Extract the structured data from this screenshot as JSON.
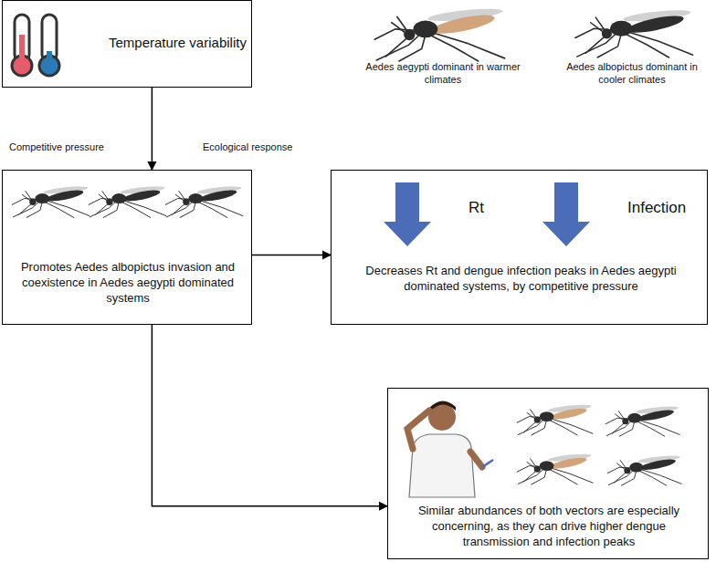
{
  "diagram": {
    "nodes": [
      {
        "text": [
          "Temperature variability"
        ]
      },
      {
        "text": [
          "Promotes Aedes albopictus invasion and coexistence in Aedes aegypti dominated systems"
        ]
      },
      {
        "text": [
          "Rt",
          "Infection",
          "Decreases Rt and dengue infection peaks in Aedes aegypti dominated systems, by competitive pressure"
        ]
      },
      {
        "text": [
          "Similar abundances of both vectors are especially concerning, as they can drive higher dengue transmission and infection peaks"
        ]
      }
    ],
    "edges": [
      {
        "from": 0,
        "to": 1,
        "arrow": "to"
      },
      {
        "from": 1,
        "to": 2,
        "arrow": "to"
      },
      {
        "from": 1,
        "to": 3,
        "arrow": "to"
      }
    ],
    "labels": [
      "Aedes aegypti dominant in warmer climates",
      "Aedes albopictus dominant in cooler climates",
      "Competitive pressure",
      "Ecological response"
    ]
  }
}
